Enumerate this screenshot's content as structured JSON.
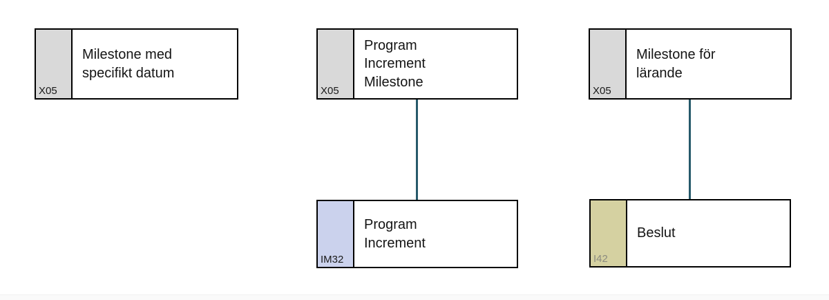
{
  "diagram": {
    "background_color": "#ffffff",
    "node_border_color": "#000000",
    "connector_color": "#26596a",
    "nodes": [
      {
        "tag": "X05",
        "tag_bg": "#d9d9d9",
        "tag_text_color": "#1a1a1a",
        "label": "Milestone med\nspecifikt datum"
      },
      {
        "tag": "X05",
        "tag_bg": "#d9d9d9",
        "tag_text_color": "#1a1a1a",
        "label": "Program\nIncrement\nMilestone"
      },
      {
        "tag": "X05",
        "tag_bg": "#d9d9d9",
        "tag_text_color": "#1a1a1a",
        "label": "Milestone för\nlärande"
      },
      {
        "tag": "IM32",
        "tag_bg": "#cbd2ed",
        "tag_text_color": "#1a1a1a",
        "label": "Program\nIncrement"
      },
      {
        "tag": "I42",
        "tag_bg": "#d5d1a1",
        "tag_text_color": "#8b8b80",
        "label": "Beslut"
      }
    ],
    "connectors": [
      {
        "from": "Program Increment Milestone",
        "to": "Program Increment"
      },
      {
        "from": "Milestone för lärande",
        "to": "Beslut"
      }
    ]
  }
}
